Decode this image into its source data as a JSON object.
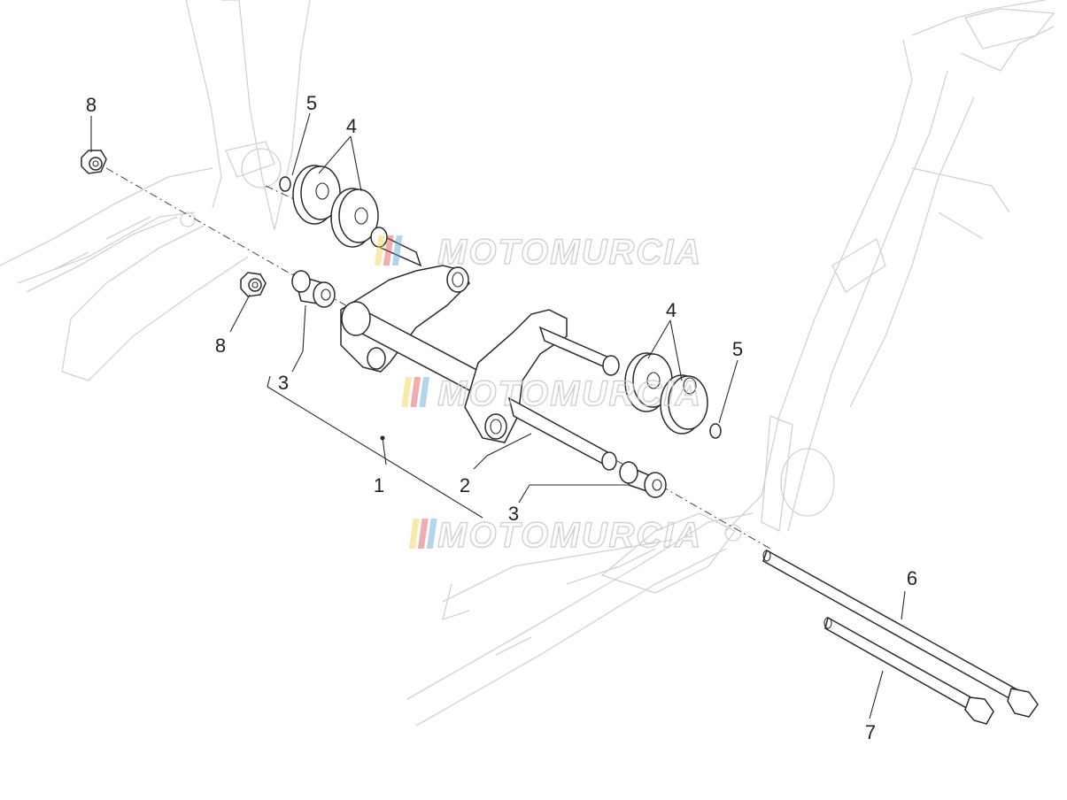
{
  "diagram": {
    "callouts": [
      {
        "id": "c8a",
        "label": "8"
      },
      {
        "id": "c5a",
        "label": "5"
      },
      {
        "id": "c4a",
        "label": "4"
      },
      {
        "id": "c8b",
        "label": "8"
      },
      {
        "id": "c3a",
        "label": "3"
      },
      {
        "id": "c1",
        "label": "1"
      },
      {
        "id": "c2",
        "label": "2"
      },
      {
        "id": "c3b",
        "label": "3"
      },
      {
        "id": "c4b",
        "label": "4"
      },
      {
        "id": "c5b",
        "label": "5"
      },
      {
        "id": "c6",
        "label": "6"
      },
      {
        "id": "c7",
        "label": "7"
      }
    ]
  },
  "watermark": {
    "text": "MOTOMURCIA",
    "stripe_colors": [
      "#f2d24b",
      "#e05050",
      "#5aa5d8"
    ]
  }
}
